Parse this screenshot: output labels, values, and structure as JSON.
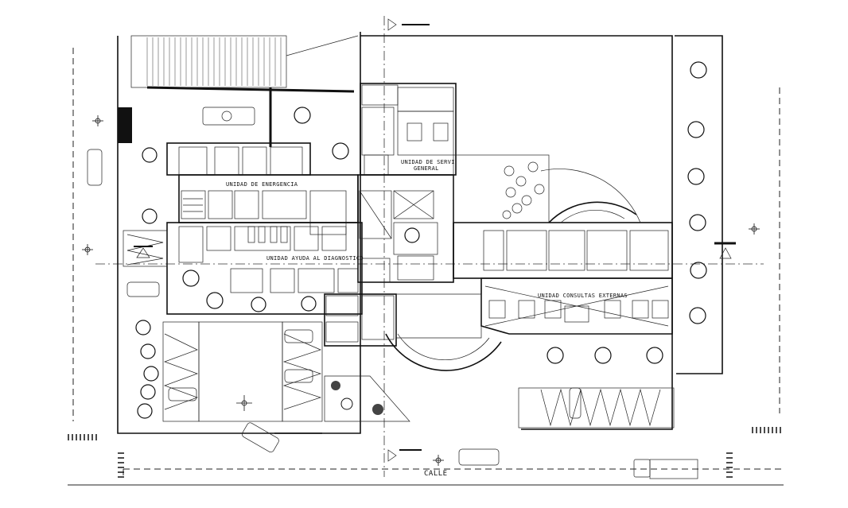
{
  "labels": {
    "emergency": "UNIDAD DE ENERGENCIA",
    "diagnostic": "UNIDAD AYUDA AL DIAGNOSTICO",
    "general_services_1": "UNIDAD DE SERVI",
    "general_services_2": "GENERAL",
    "outpatient": "UNIDAD CONSULTAS EXTERNAS",
    "street": "CALLE"
  },
  "colors": {
    "line": "#111111",
    "background": "#ffffff"
  }
}
